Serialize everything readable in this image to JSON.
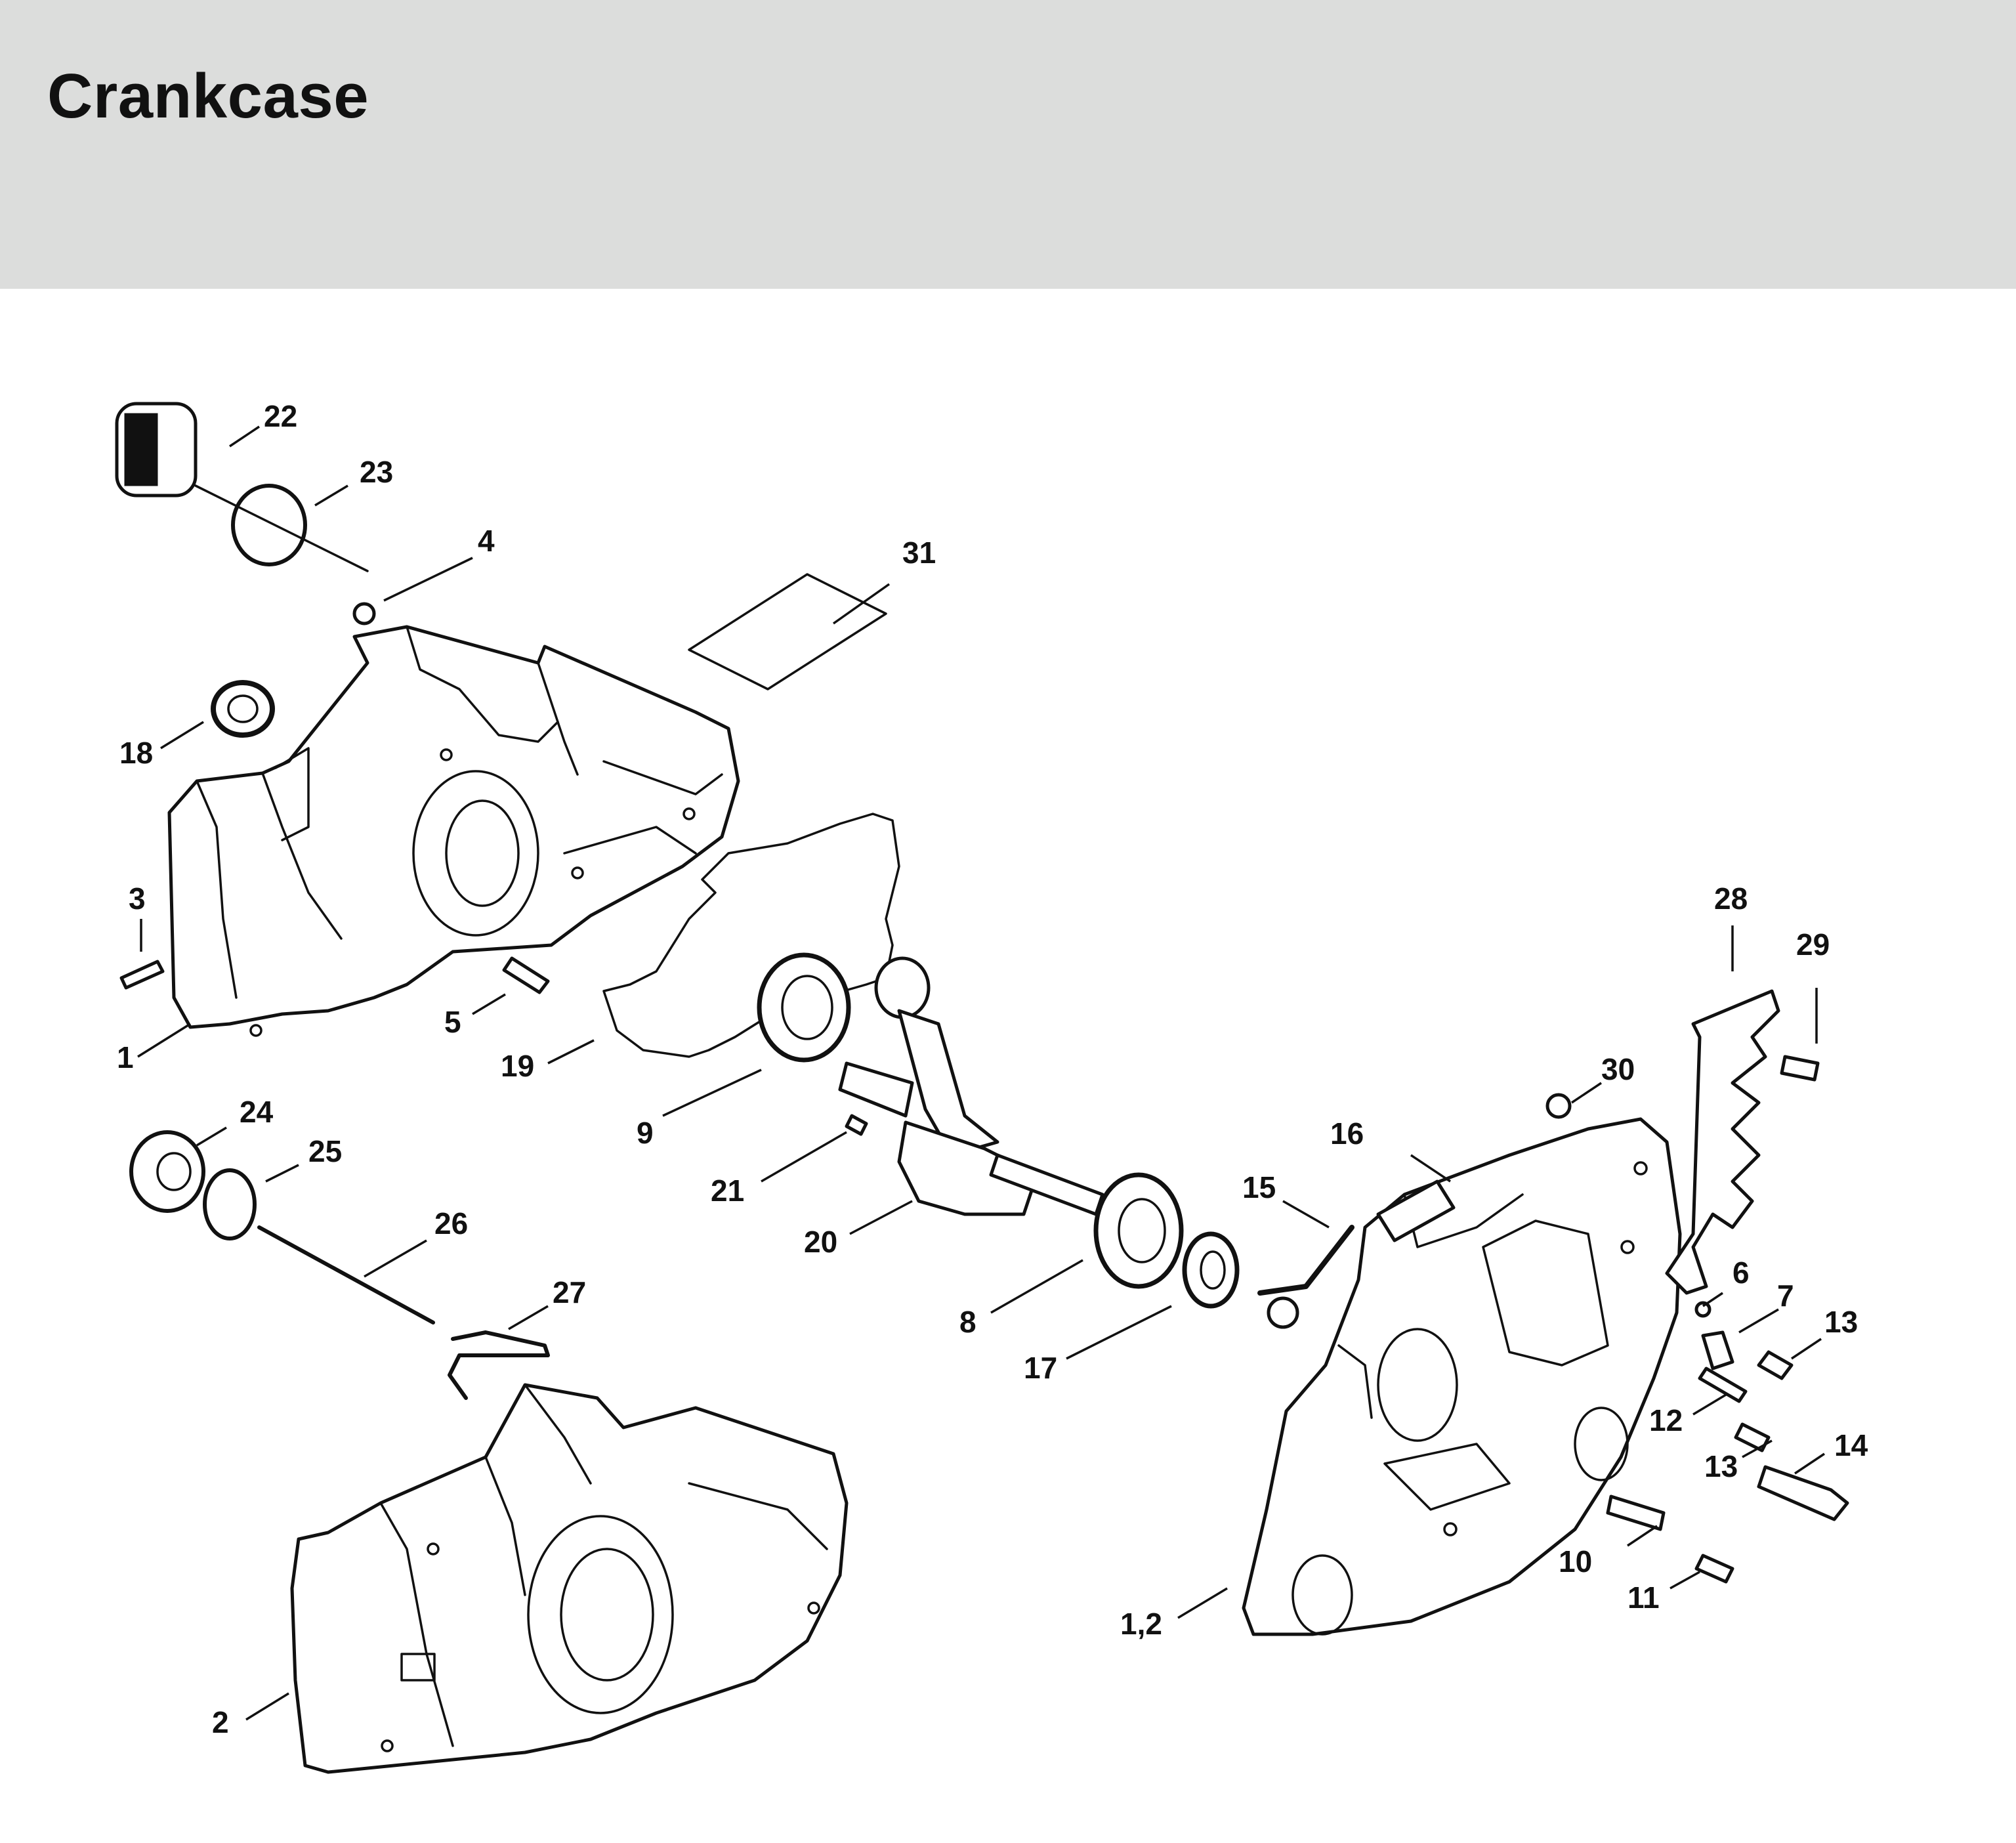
{
  "header": {
    "title": "Crankcase"
  },
  "callouts": [
    "22",
    "23",
    "4",
    "31",
    "18",
    "3",
    "1",
    "5",
    "19",
    "9",
    "21",
    "20",
    "8",
    "17",
    "24",
    "25",
    "26",
    "27",
    "2",
    "28",
    "29",
    "30",
    "16",
    "15",
    "6",
    "7",
    "13",
    "12",
    "14",
    "10",
    "11",
    "1,2"
  ]
}
